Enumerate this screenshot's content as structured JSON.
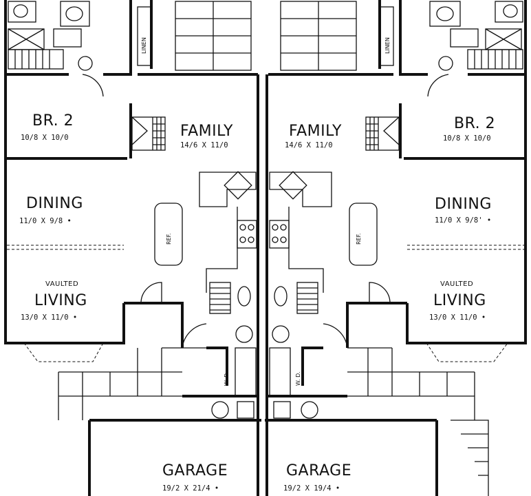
{
  "rooms": {
    "left": {
      "br2": {
        "name": "BR. 2",
        "dim": "10/8 X 10/0"
      },
      "family": {
        "name": "FAMILY",
        "dim": "14/6 X 11/0"
      },
      "dining": {
        "name": "DINING",
        "dim": "11/0 X 9/8 •"
      },
      "living": {
        "tag": "VAULTED",
        "name": "LIVING",
        "dim": "13/0 X 11/0 •"
      },
      "garage": {
        "name": "GARAGE",
        "dim": "19/2 X 21/4 •"
      },
      "linen": "LINEN",
      "ref": "REF.",
      "wd": "W. D."
    },
    "right": {
      "br2": {
        "name": "BR. 2",
        "dim": "10/8 X 10/0"
      },
      "family": {
        "name": "FAMILY",
        "dim": "14/6 X 11/0"
      },
      "dining": {
        "name": "DINING",
        "dim": "11/0 X 9/8' •"
      },
      "living": {
        "tag": "VAULTED",
        "name": "LIVING",
        "dim": "13/0 X 11/0 •"
      },
      "garage": {
        "name": "GARAGE",
        "dim": "19/2 X 19/4 •"
      },
      "linen": "LINEN",
      "ref": "REF.",
      "wd": "W. D."
    }
  }
}
